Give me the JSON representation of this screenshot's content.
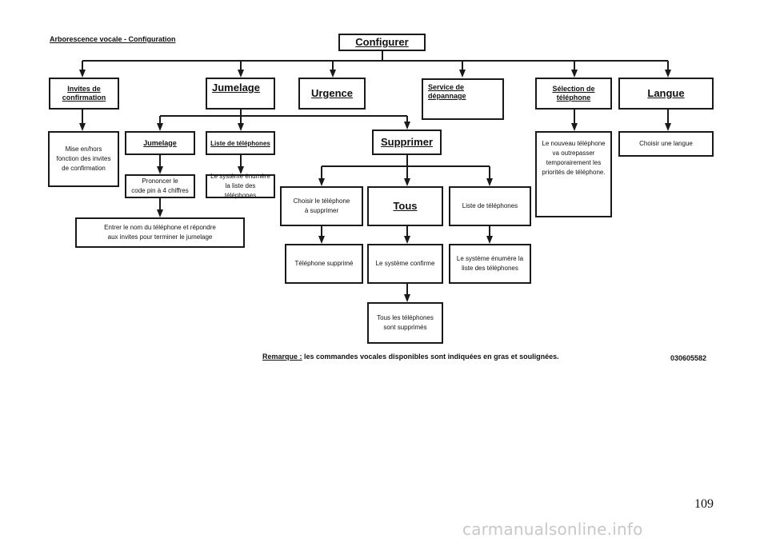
{
  "title": "Arborescence vocale - Configuration",
  "nodes": {
    "configurer": "Configurer",
    "invites": "Invites de\nconfirmation",
    "jumelage": "Jumelage",
    "urgence": "Urgence",
    "service": "Service de\ndépannage",
    "selection": "Sélection de\ntéléphone",
    "langue": "Langue",
    "mise_en_hors": "Mise en/hors\nfonction des invites\nde confirmation",
    "jumelage_sub": "Jumelage",
    "liste_tel": "Liste de téléphones",
    "supprimer": "Supprimer",
    "nouveau_tel": "Le nouveau téléphone\nva outrepasser\ntemporairement les\npriorités de téléphone.",
    "choisir_langue": "Choisir une langue",
    "prononcer": "Prononcer le\ncode pin à 4 chiffres",
    "systeme_enumere1": "Le système énumère\nla liste des téléphones",
    "entrer_nom": "Entrer le nom du téléphone et répondre\naux invites pour terminer le jumelage",
    "choisir_tel": "Choisir le téléphone\nà supprimer",
    "tous": "Tous",
    "liste_tel2": "Liste de téléphones",
    "tel_supprime": "Téléphone supprimé",
    "systeme_confirme": "Le système confirme",
    "systeme_enumere2": "Le système énumère la\nliste des téléphones",
    "tous_supprimes": "Tous les téléphones\nsont supprimés"
  },
  "remark": {
    "label": "Remarque :",
    "text": " les commandes vocales disponibles sont indiquées en gras et soulignées."
  },
  "code": "030605582",
  "page_number": "109",
  "watermark": "carmanualsonline.info"
}
